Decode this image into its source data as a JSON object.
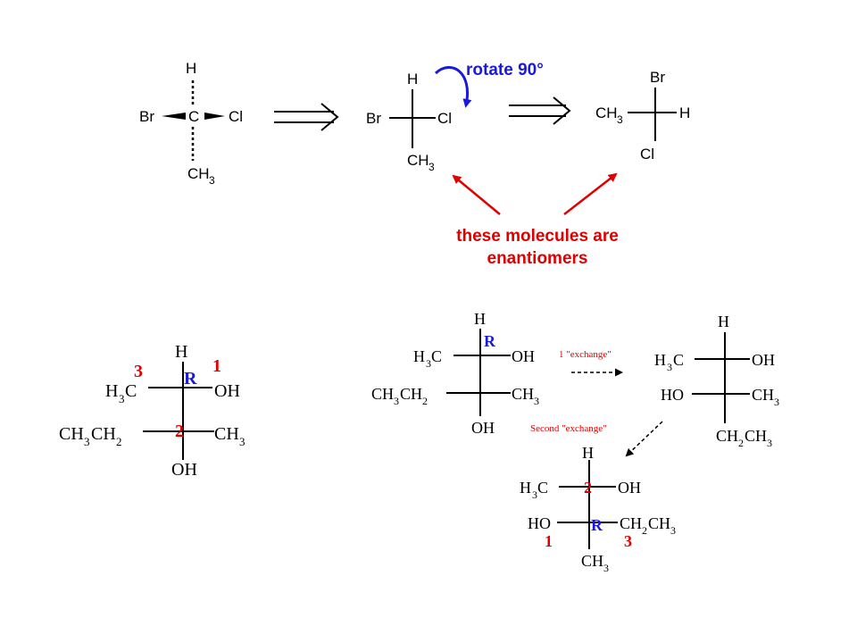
{
  "colors": {
    "red": "#e00000",
    "blue": "#1a1adb",
    "black": "#000000"
  },
  "top": {
    "wedge": {
      "h": "H",
      "br": "Br",
      "c": "C",
      "cl": "Cl",
      "ch3": "CH",
      "ch3_sub": "3"
    },
    "fischer1": {
      "h": "H",
      "br": "Br",
      "cl": "Cl",
      "ch3": "CH",
      "ch3_sub": "3"
    },
    "rotate_label": "rotate 90°",
    "fischer2": {
      "br": "Br",
      "ch3": "CH",
      "ch3_sub": "3",
      "h": "H",
      "cl": "Cl"
    },
    "annotation_line1": "these molecules are",
    "annotation_line2": "enantiomers"
  },
  "bottom_left": {
    "h": "H",
    "ch3_left": "H",
    "ch3_left_sub": "3",
    "ch3_left_c": "C",
    "oh": "OH",
    "ethyl_a": "CH",
    "ethyl_a_sub": "3",
    "ethyl_b": "CH",
    "ethyl_b_sub": "2",
    "ch3_right": "CH",
    "ch3_right_sub": "3",
    "oh_bottom": "OH",
    "priority_3": "3",
    "priority_1": "1",
    "config_r": "R",
    "priority_2": "2"
  },
  "bottom_right": {
    "mol1": {
      "h": "H",
      "h3c": "H",
      "h3c_sub": "3",
      "h3c_c": "C",
      "oh": "OH",
      "ethyl_a": "CH",
      "ethyl_a_sub": "3",
      "ethyl_b": "CH",
      "ethyl_b_sub": "2",
      "ch3": "CH",
      "ch3_sub": "3",
      "oh_bottom": "OH",
      "config_r": "R"
    },
    "exchange1": "1 \"exchange\"",
    "mol2": {
      "h": "H",
      "h3c": "H",
      "h3c_sub": "3",
      "h3c_c": "C",
      "oh": "OH",
      "ho": "HO",
      "ch3": "CH",
      "ch3_sub": "3",
      "ethyl_a": "CH",
      "ethyl_a_sub": "2",
      "ethyl_b": "CH",
      "ethyl_b_sub": "3"
    },
    "exchange2": "Second \"exchange\"",
    "mol3": {
      "h": "H",
      "h3c": "H",
      "h3c_sub": "3",
      "h3c_c": "C",
      "oh": "OH",
      "ho": "HO",
      "ethyl_a": "CH",
      "ethyl_a_sub": "2",
      "ethyl_b": "CH",
      "ethyl_b_sub": "3",
      "ch3": "CH",
      "ch3_sub": "3",
      "priority_2": "2",
      "config_r": "R",
      "priority_1": "1",
      "priority_3": "3"
    }
  }
}
